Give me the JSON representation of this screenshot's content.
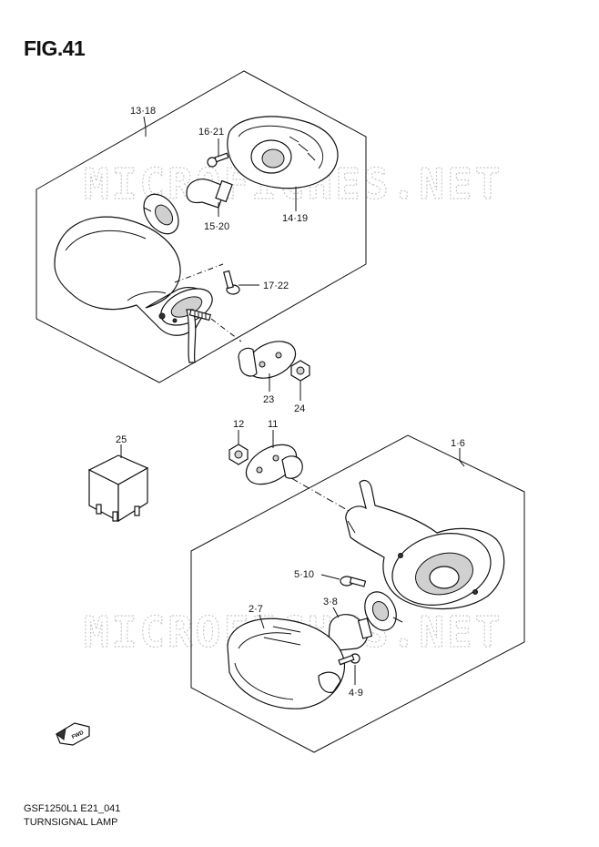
{
  "figure": {
    "title": "FIG.41",
    "model_code": "GSF1250L1 E21_041",
    "part_group": "TURNSIGNAL LAMP",
    "watermark": "MICROFICHES.NET",
    "fwd_label": "FWD"
  },
  "callouts": {
    "c13_18": "13·18",
    "c16_21": "16·21",
    "c15_20": "15·20",
    "c14_19": "14·19",
    "c17_22": "17·22",
    "c23": "23",
    "c24": "24",
    "c25": "25",
    "c12": "12",
    "c11": "11",
    "c1_6": "1·6",
    "c5_10": "5·10",
    "c3_8": "3·8",
    "c2_7": "2·7",
    "c4_9": "4·9"
  }
}
